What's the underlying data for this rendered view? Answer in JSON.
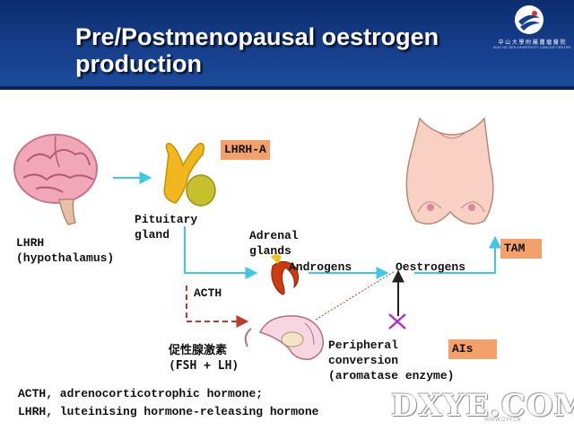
{
  "header": {
    "title": "Pre/Postmenopausal oestrogen production",
    "logo_text": "中 山 大 學 附 屬 腫 瘤 醫 院",
    "logo_sub": "SUN YAT-SEN UNIVERSITY CANCER CENTER"
  },
  "labels": {
    "lhrh_a": "LHRH-A",
    "pituitary": "Pituitary\ngland",
    "lhrh": "LHRH\n(hypothalamus)",
    "adrenal": "Adrenal\nglands",
    "androgens": "Androgens",
    "oestrogens": "Oestrogens",
    "tam": "TAM",
    "acth": "ACTH",
    "fsh": "促性腺激素\n(FSH + LH)",
    "peripheral": "Peripheral\nconversion\n(aromatase enzyme)",
    "ais": "AIs",
    "footnote1": "ACTH, adrenocorticotrophic hormone;",
    "footnote2": "LHRH, luteinising hormone-releasing hormone"
  },
  "watermark": {
    "text": "DXYE.COM",
    "sub": "WWW.DXY.CN"
  },
  "colors": {
    "header": "#163f8c",
    "arrow": "#3fc8e6",
    "dashed": "#c0392b",
    "box": "#f4a06a",
    "block_mark": "#b030c0"
  }
}
